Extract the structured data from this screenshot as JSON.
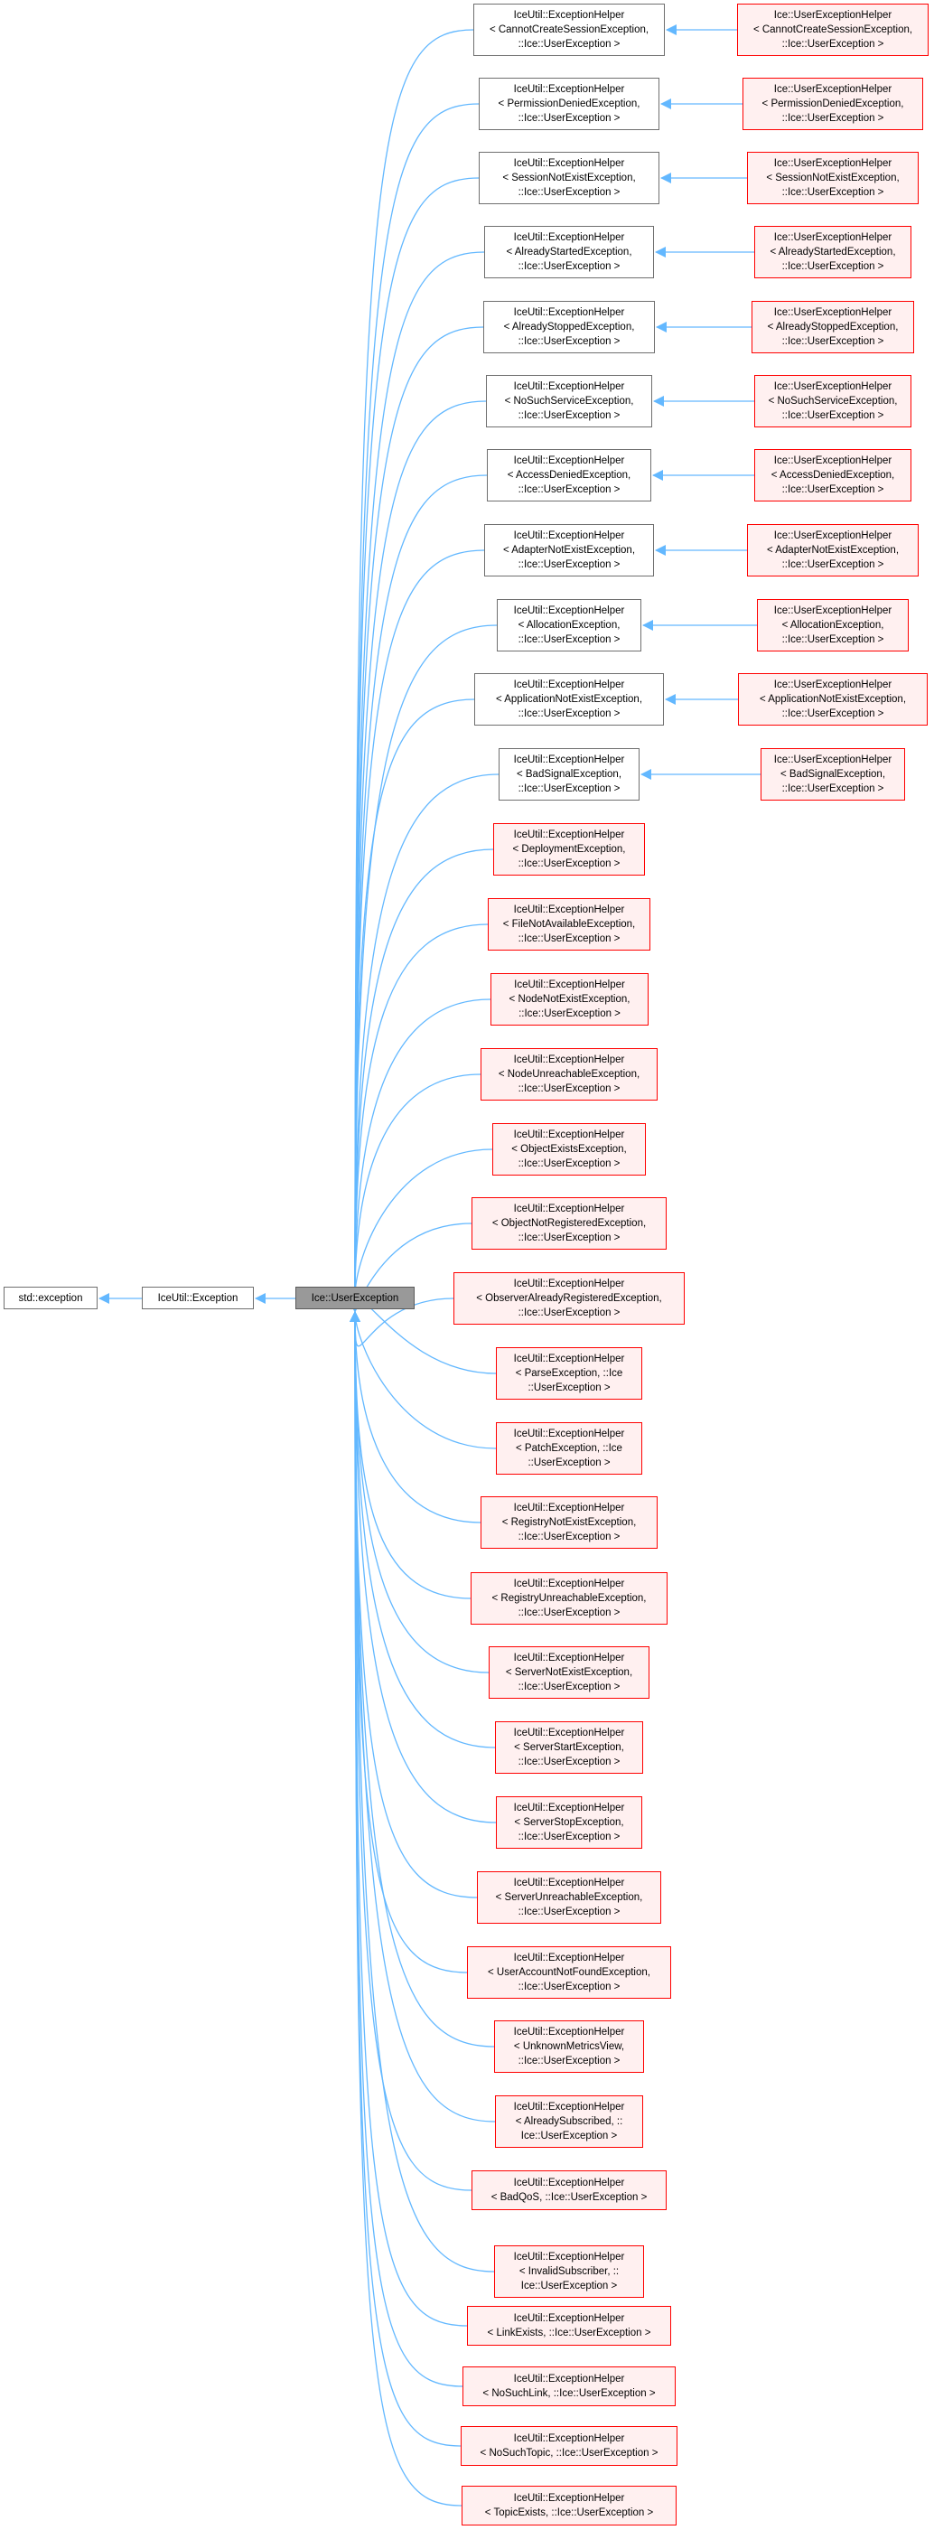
{
  "colors": {
    "edge": "#63b8ff",
    "documented_border": "#666666",
    "undocumented_border": "#ff0000",
    "undocumented_fill": "#fff0f0",
    "current_fill": "#999999"
  },
  "nodes": {
    "std_exception": [
      "std::exception"
    ],
    "iceutil_exception": [
      "IceUtil::Exception"
    ],
    "ice_userexception": [
      "Ice::UserException"
    ],
    "left": [
      {
        "id": "h_cannotcreate",
        "style": "black",
        "lines": [
          "IceUtil::ExceptionHelper",
          "< CannotCreateSessionException,",
          "::Ice::UserException >"
        ]
      },
      {
        "id": "h_permission",
        "style": "black",
        "lines": [
          "IceUtil::ExceptionHelper",
          "< PermissionDeniedException,",
          "::Ice::UserException >"
        ]
      },
      {
        "id": "h_sessionnotexist",
        "style": "black",
        "lines": [
          "IceUtil::ExceptionHelper",
          "< SessionNotExistException,",
          "::Ice::UserException >"
        ]
      },
      {
        "id": "h_alreadystarted",
        "style": "black",
        "lines": [
          "IceUtil::ExceptionHelper",
          "< AlreadyStartedException,",
          "::Ice::UserException >"
        ]
      },
      {
        "id": "h_alreadystopped",
        "style": "black",
        "lines": [
          "IceUtil::ExceptionHelper",
          "< AlreadyStoppedException,",
          "::Ice::UserException >"
        ]
      },
      {
        "id": "h_nosuchservice",
        "style": "black",
        "lines": [
          "IceUtil::ExceptionHelper",
          "< NoSuchServiceException,",
          "::Ice::UserException >"
        ]
      },
      {
        "id": "h_accessdenied",
        "style": "black",
        "lines": [
          "IceUtil::ExceptionHelper",
          "< AccessDeniedException,",
          "::Ice::UserException >"
        ]
      },
      {
        "id": "h_adapternotexist",
        "style": "black",
        "lines": [
          "IceUtil::ExceptionHelper",
          "< AdapterNotExistException,",
          "::Ice::UserException >"
        ]
      },
      {
        "id": "h_allocation",
        "style": "black",
        "lines": [
          "IceUtil::ExceptionHelper",
          "< AllocationException,",
          "::Ice::UserException >"
        ]
      },
      {
        "id": "h_appnotexist",
        "style": "black",
        "lines": [
          "IceUtil::ExceptionHelper",
          "< ApplicationNotExistException,",
          "::Ice::UserException >"
        ]
      },
      {
        "id": "h_badsignal",
        "style": "black",
        "lines": [
          "IceUtil::ExceptionHelper",
          "< BadSignalException,",
          "::Ice::UserException >"
        ]
      },
      {
        "id": "h_deployment",
        "style": "red",
        "lines": [
          "IceUtil::ExceptionHelper",
          "< DeploymentException,",
          "::Ice::UserException >"
        ]
      },
      {
        "id": "h_filenotavail",
        "style": "red",
        "lines": [
          "IceUtil::ExceptionHelper",
          "< FileNotAvailableException,",
          "::Ice::UserException >"
        ]
      },
      {
        "id": "h_nodenotexist",
        "style": "red",
        "lines": [
          "IceUtil::ExceptionHelper",
          "< NodeNotExistException,",
          "::Ice::UserException >"
        ]
      },
      {
        "id": "h_nodeunreach",
        "style": "red",
        "lines": [
          "IceUtil::ExceptionHelper",
          "< NodeUnreachableException,",
          "::Ice::UserException >"
        ]
      },
      {
        "id": "h_objectexists",
        "style": "red",
        "lines": [
          "IceUtil::ExceptionHelper",
          "< ObjectExistsException,",
          "::Ice::UserException >"
        ]
      },
      {
        "id": "h_objectnotreg",
        "style": "red",
        "lines": [
          "IceUtil::ExceptionHelper",
          "< ObjectNotRegisteredException,",
          "::Ice::UserException >"
        ]
      },
      {
        "id": "h_observeralready",
        "style": "red",
        "lines": [
          "IceUtil::ExceptionHelper",
          "< ObserverAlreadyRegisteredException,",
          "::Ice::UserException >"
        ]
      },
      {
        "id": "h_parse",
        "style": "red",
        "lines": [
          "IceUtil::ExceptionHelper",
          "< ParseException, ::Ice",
          "::UserException >"
        ]
      },
      {
        "id": "h_patch",
        "style": "red",
        "lines": [
          "IceUtil::ExceptionHelper",
          "< PatchException, ::Ice",
          "::UserException >"
        ]
      },
      {
        "id": "h_registrynotexist",
        "style": "red",
        "lines": [
          "IceUtil::ExceptionHelper",
          "< RegistryNotExistException,",
          "::Ice::UserException >"
        ]
      },
      {
        "id": "h_registryunreach",
        "style": "red",
        "lines": [
          "IceUtil::ExceptionHelper",
          "< RegistryUnreachableException,",
          "::Ice::UserException >"
        ]
      },
      {
        "id": "h_servernotexist",
        "style": "red",
        "lines": [
          "IceUtil::ExceptionHelper",
          "< ServerNotExistException,",
          "::Ice::UserException >"
        ]
      },
      {
        "id": "h_serverstart",
        "style": "red",
        "lines": [
          "IceUtil::ExceptionHelper",
          "< ServerStartException,",
          "::Ice::UserException >"
        ]
      },
      {
        "id": "h_serverstop",
        "style": "red",
        "lines": [
          "IceUtil::ExceptionHelper",
          "< ServerStopException,",
          "::Ice::UserException >"
        ]
      },
      {
        "id": "h_serverunreach",
        "style": "red",
        "lines": [
          "IceUtil::ExceptionHelper",
          "< ServerUnreachableException,",
          "::Ice::UserException >"
        ]
      },
      {
        "id": "h_useraccount",
        "style": "red",
        "lines": [
          "IceUtil::ExceptionHelper",
          "< UserAccountNotFoundException,",
          "::Ice::UserException >"
        ]
      },
      {
        "id": "h_unknownmetrics",
        "style": "red",
        "lines": [
          "IceUtil::ExceptionHelper",
          "< UnknownMetricsView,",
          "::Ice::UserException >"
        ]
      },
      {
        "id": "h_alreadysubscribed",
        "style": "red",
        "lines": [
          "IceUtil::ExceptionHelper",
          "< AlreadySubscribed, ::",
          "Ice::UserException >"
        ]
      },
      {
        "id": "h_badqos",
        "style": "red",
        "lines": [
          "IceUtil::ExceptionHelper",
          "< BadQoS, ::Ice::UserException >"
        ]
      },
      {
        "id": "h_invalidsubscriber",
        "style": "red",
        "lines": [
          "IceUtil::ExceptionHelper",
          "< InvalidSubscriber, ::",
          "Ice::UserException >"
        ]
      },
      {
        "id": "h_linkexists",
        "style": "red",
        "lines": [
          "IceUtil::ExceptionHelper",
          "< LinkExists, ::Ice::UserException >"
        ]
      },
      {
        "id": "h_nosuchlink",
        "style": "red",
        "lines": [
          "IceUtil::ExceptionHelper",
          "< NoSuchLink, ::Ice::UserException >"
        ]
      },
      {
        "id": "h_nosuchtopic",
        "style": "red",
        "lines": [
          "IceUtil::ExceptionHelper",
          "< NoSuchTopic, ::Ice::UserException >"
        ]
      },
      {
        "id": "h_topicexists",
        "style": "red",
        "lines": [
          "IceUtil::ExceptionHelper",
          "< TopicExists, ::Ice::UserException >"
        ]
      }
    ],
    "right": [
      {
        "id": "u_cannotcreate",
        "lines": [
          "Ice::UserExceptionHelper",
          "< CannotCreateSessionException,",
          "::Ice::UserException >"
        ]
      },
      {
        "id": "u_permission",
        "lines": [
          "Ice::UserExceptionHelper",
          "< PermissionDeniedException,",
          "::Ice::UserException >"
        ]
      },
      {
        "id": "u_sessionnotexist",
        "lines": [
          "Ice::UserExceptionHelper",
          "< SessionNotExistException,",
          "::Ice::UserException >"
        ]
      },
      {
        "id": "u_alreadystarted",
        "lines": [
          "Ice::UserExceptionHelper",
          "< AlreadyStartedException,",
          "::Ice::UserException >"
        ]
      },
      {
        "id": "u_alreadystopped",
        "lines": [
          "Ice::UserExceptionHelper",
          "< AlreadyStoppedException,",
          "::Ice::UserException >"
        ]
      },
      {
        "id": "u_nosuchservice",
        "lines": [
          "Ice::UserExceptionHelper",
          "< NoSuchServiceException,",
          "::Ice::UserException >"
        ]
      },
      {
        "id": "u_accessdenied",
        "lines": [
          "Ice::UserExceptionHelper",
          "< AccessDeniedException,",
          "::Ice::UserException >"
        ]
      },
      {
        "id": "u_adapternotexist",
        "lines": [
          "Ice::UserExceptionHelper",
          "< AdapterNotExistException,",
          "::Ice::UserException >"
        ]
      },
      {
        "id": "u_allocation",
        "lines": [
          "Ice::UserExceptionHelper",
          "< AllocationException,",
          "::Ice::UserException >"
        ]
      },
      {
        "id": "u_appnotexist",
        "lines": [
          "Ice::UserExceptionHelper",
          "< ApplicationNotExistException,",
          "::Ice::UserException >"
        ]
      },
      {
        "id": "u_badsignal",
        "lines": [
          "Ice::UserExceptionHelper",
          "< BadSignalException,",
          "::Ice::UserException >"
        ]
      }
    ]
  }
}
